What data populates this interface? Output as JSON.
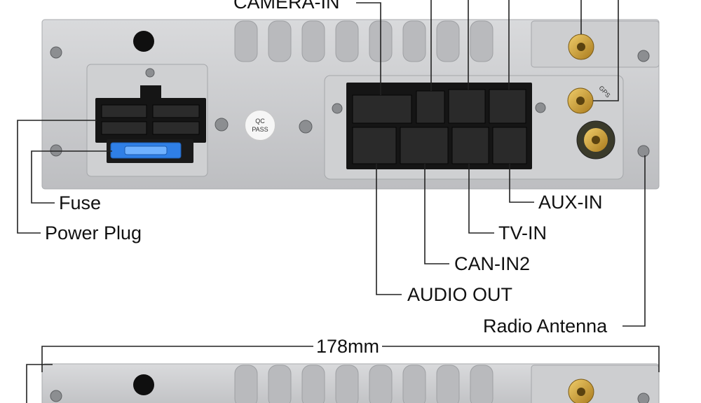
{
  "labels": {
    "camera_in": "CAMERA-IN",
    "fuse": "Fuse",
    "power_plug": "Power Plug",
    "aux_in": "AUX-IN",
    "tv_in": "TV-IN",
    "can_in2": "CAN-IN2",
    "audio_out": "AUDIO OUT",
    "radio_antenna": "Radio Antenna"
  },
  "dimension": {
    "width": "178mm"
  },
  "stamp": {
    "line1": "QC",
    "line2": "PASS"
  },
  "gps_label": "GPS",
  "colors": {
    "chassis": "#c8c9cb",
    "connector": "#151515",
    "fuse": "#2f7fe6",
    "antenna_gold": "#c99a2e",
    "leader_line": "#222222"
  }
}
